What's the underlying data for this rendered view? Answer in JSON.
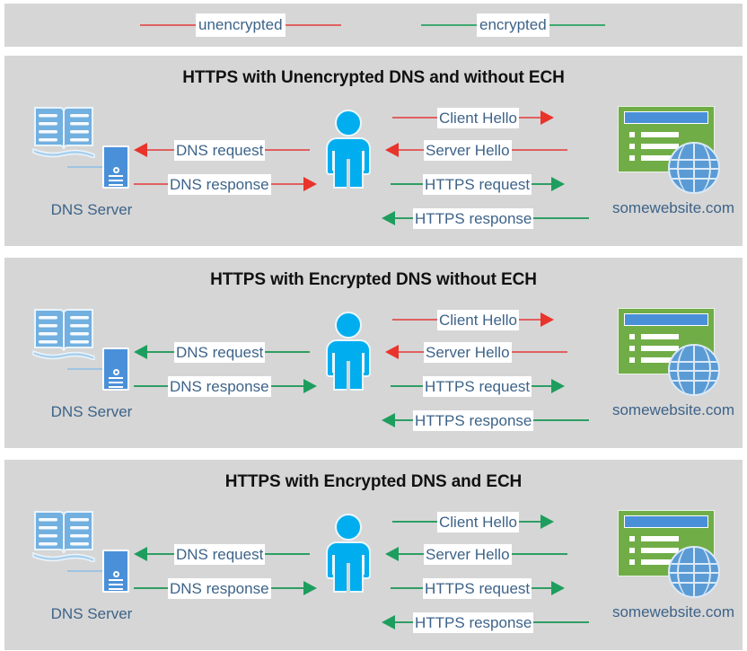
{
  "legend": {
    "items": [
      {
        "label": "unencrypted",
        "color": "#e06060",
        "name": "legend-unencrypted"
      },
      {
        "label": "encrypted",
        "color": "#3faa72",
        "name": "legend-encrypted"
      }
    ]
  },
  "colors": {
    "panel_background": "#d6d6d6",
    "page_background": "#ffffff",
    "unencrypted_line": "#e06060",
    "unencrypted_head": "#e8342b",
    "encrypted_line": "#2e9e64",
    "encrypted_head": "#1e9e5e",
    "label_text": "#3d6389",
    "title_text": "#111111",
    "person": "#00aeef",
    "server": "#4a90d9",
    "browser": "#70ad47",
    "globe": "#5b9bd5"
  },
  "nodes": {
    "dns_server_label": "DNS Server",
    "website_label": "somewebsite.com"
  },
  "panels": [
    {
      "title": "HTTPS with Unencrypted DNS and without ECH",
      "dns_arrows": [
        {
          "label": "DNS request",
          "direction": "left",
          "encrypted": false
        },
        {
          "label": "DNS response",
          "direction": "right",
          "encrypted": false
        }
      ],
      "https_arrows": [
        {
          "label": "Client Hello",
          "direction": "right",
          "encrypted": false
        },
        {
          "label": "Server Hello",
          "direction": "left",
          "encrypted": false
        },
        {
          "label": "HTTPS request",
          "direction": "right",
          "encrypted": true
        },
        {
          "label": "HTTPS response",
          "direction": "left",
          "encrypted": true
        }
      ]
    },
    {
      "title": "HTTPS with Encrypted DNS without ECH",
      "dns_arrows": [
        {
          "label": "DNS request",
          "direction": "left",
          "encrypted": true
        },
        {
          "label": "DNS response",
          "direction": "right",
          "encrypted": true
        }
      ],
      "https_arrows": [
        {
          "label": "Client Hello",
          "direction": "right",
          "encrypted": false
        },
        {
          "label": "Server Hello",
          "direction": "left",
          "encrypted": false
        },
        {
          "label": "HTTPS request",
          "direction": "right",
          "encrypted": true
        },
        {
          "label": "HTTPS response",
          "direction": "left",
          "encrypted": true
        }
      ]
    },
    {
      "title": "HTTPS with Encrypted DNS and ECH",
      "dns_arrows": [
        {
          "label": "DNS request",
          "direction": "left",
          "encrypted": true
        },
        {
          "label": "DNS response",
          "direction": "right",
          "encrypted": true
        }
      ],
      "https_arrows": [
        {
          "label": "Client Hello",
          "direction": "right",
          "encrypted": true
        },
        {
          "label": "Server Hello",
          "direction": "left",
          "encrypted": true
        },
        {
          "label": "HTTPS request",
          "direction": "right",
          "encrypted": true
        },
        {
          "label": "HTTPS response",
          "direction": "left",
          "encrypted": true
        }
      ]
    }
  ]
}
